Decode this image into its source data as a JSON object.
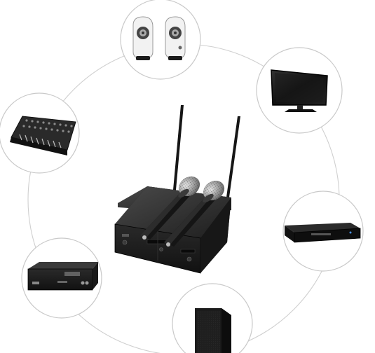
{
  "scene": {
    "background": "#ffffff",
    "ring_color": "#cfcfcf",
    "center": {
      "subject": "dual-handheld-wireless-microphone-receiver",
      "microphone_count": 2,
      "antenna_count": 2
    },
    "connected_devices": [
      {
        "id": "speakers",
        "icon": "desktop-speakers-icon"
      },
      {
        "id": "television",
        "icon": "flat-tv-icon"
      },
      {
        "id": "mixer",
        "icon": "audio-mixer-icon"
      },
      {
        "id": "dvd-player",
        "icon": "dvd-player-icon"
      },
      {
        "id": "amplifier",
        "icon": "power-amplifier-icon"
      },
      {
        "id": "pa-speaker",
        "icon": "pa-speaker-cabinet-icon"
      }
    ]
  }
}
